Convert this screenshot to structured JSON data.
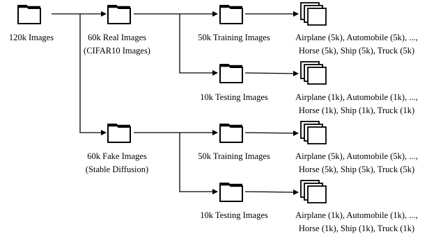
{
  "nodes": {
    "root": {
      "label": "120k Images",
      "icon": "folder-icon"
    },
    "real": {
      "label_1": "60k Real Images",
      "label_2": "(CIFAR10 Images)",
      "icon": "folder-icon"
    },
    "fake": {
      "label_1": "60k Fake Images",
      "label_2": "(Stable Diffusion)",
      "icon": "folder-icon"
    },
    "real_train": {
      "label": "50k Training Images",
      "icon": "folder-icon"
    },
    "real_test": {
      "label": "10k Testing Images",
      "icon": "folder-icon"
    },
    "fake_train": {
      "label": "50k Training Images",
      "icon": "folder-icon"
    },
    "fake_test": {
      "label": "10k Testing Images",
      "icon": "folder-icon"
    }
  },
  "classes": {
    "real_train": {
      "line_1": "Airplane (5k), Automobile (5k), ...,",
      "line_2": "Horse (5k), Ship (5k), Truck (5k)",
      "icon": "stacked-pages-icon"
    },
    "real_test": {
      "line_1": "Airplane (1k), Automobile (1k), ...,",
      "line_2": "Horse (1k), Ship (1k), Truck (1k)",
      "icon": "stacked-pages-icon"
    },
    "fake_train": {
      "line_1": "Airplane (5k), Automobile (5k), ...,",
      "line_2": "Horse (5k), Ship (5k), Truck (5k)",
      "icon": "stacked-pages-icon"
    },
    "fake_test": {
      "line_1": "Airplane (1k), Automobile (1k), ...,",
      "line_2": "Horse (1k), Ship (1k), Truck (1k)",
      "icon": "stacked-pages-icon"
    }
  },
  "colors": {
    "stroke": "#000000",
    "background": "#ffffff"
  }
}
